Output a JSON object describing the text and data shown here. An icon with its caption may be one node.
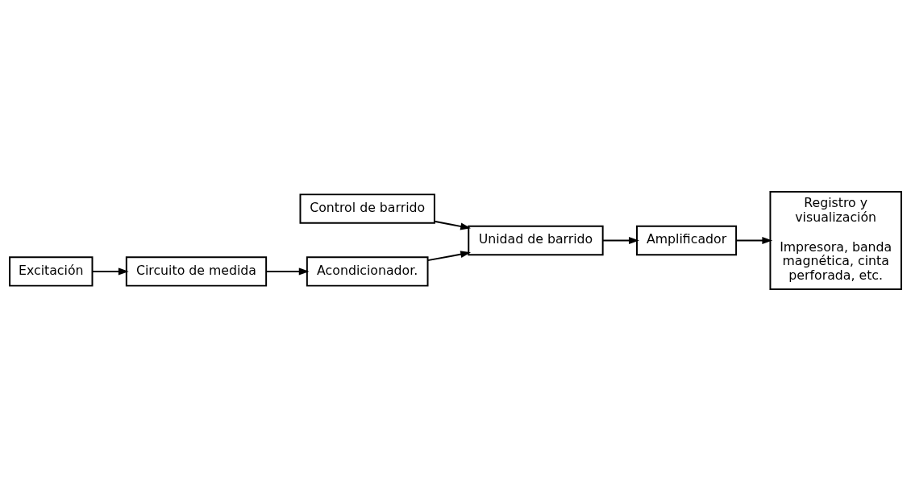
{
  "diagram": {
    "nodes": [
      {
        "text": [
          "Circuito de medida"
        ]
      },
      {
        "text": [
          "Acondicionador."
        ]
      },
      {
        "text": [
          "Unidad de barrido"
        ]
      },
      {
        "text": [
          "Amplificador"
        ]
      },
      {
        "text": [
          "Excitación"
        ]
      },
      {
        "text": [
          "Control de barrido"
        ]
      },
      {
        "text": [
          "Registro y visualización",
          "Impresora, banda magnética, cinta perforada, etc."
        ]
      }
    ],
    "edges": [
      {
        "from": 0,
        "to": 1,
        "arrow": "to"
      },
      {
        "from": 4,
        "to": 0,
        "arrow": "to"
      },
      {
        "from": 1,
        "to": 2,
        "arrow": "to"
      },
      {
        "from": 5,
        "to": 2,
        "arrow": "to"
      },
      {
        "from": 2,
        "to": 3,
        "arrow": "to"
      },
      {
        "from": 3,
        "to": 6,
        "arrow": "to"
      }
    ]
  }
}
